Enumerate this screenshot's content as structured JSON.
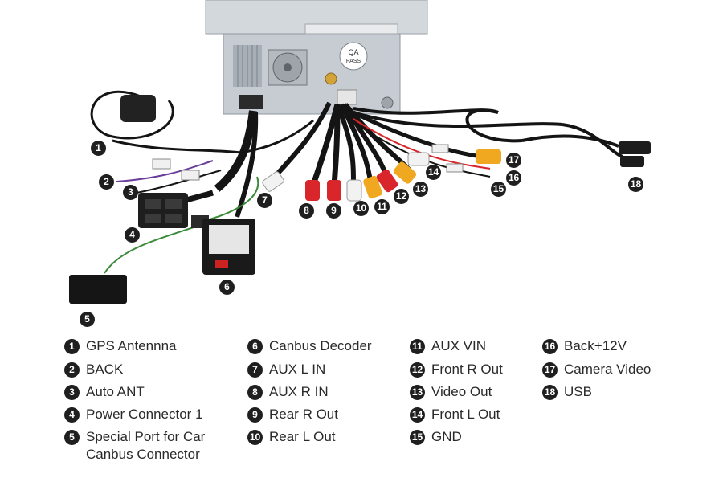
{
  "unit_label": {
    "line1": "QA",
    "line2": "PASS"
  },
  "legend": [
    {
      "num": "1",
      "label": "GPS Antennna"
    },
    {
      "num": "2",
      "label": "BACK"
    },
    {
      "num": "3",
      "label": "Auto ANT"
    },
    {
      "num": "4",
      "label": "Power Connector 1"
    },
    {
      "num": "5",
      "label": "Special Port for Car\nCanbus Connector"
    },
    {
      "num": "6",
      "label": "Canbus Decoder"
    },
    {
      "num": "7",
      "label": "AUX L IN"
    },
    {
      "num": "8",
      "label": "AUX R IN"
    },
    {
      "num": "9",
      "label": "Rear R Out"
    },
    {
      "num": "10",
      "label": "Rear L Out"
    },
    {
      "num": "11",
      "label": "AUX VIN"
    },
    {
      "num": "12",
      "label": "Front R Out"
    },
    {
      "num": "13",
      "label": "Video Out"
    },
    {
      "num": "14",
      "label": "Front L Out"
    },
    {
      "num": "15",
      "label": "GND"
    },
    {
      "num": "16",
      "label": "Back+12V"
    },
    {
      "num": "17",
      "label": "Camera Video"
    },
    {
      "num": "18",
      "label": "USB"
    }
  ],
  "colors": {
    "red": "#d8262b",
    "yellow": "#f0a820",
    "white": "#f2f2f2",
    "cable": "#141414",
    "unit": "#c9ced4",
    "green": "#3a8a3a",
    "purple": "#6a3d9a"
  }
}
